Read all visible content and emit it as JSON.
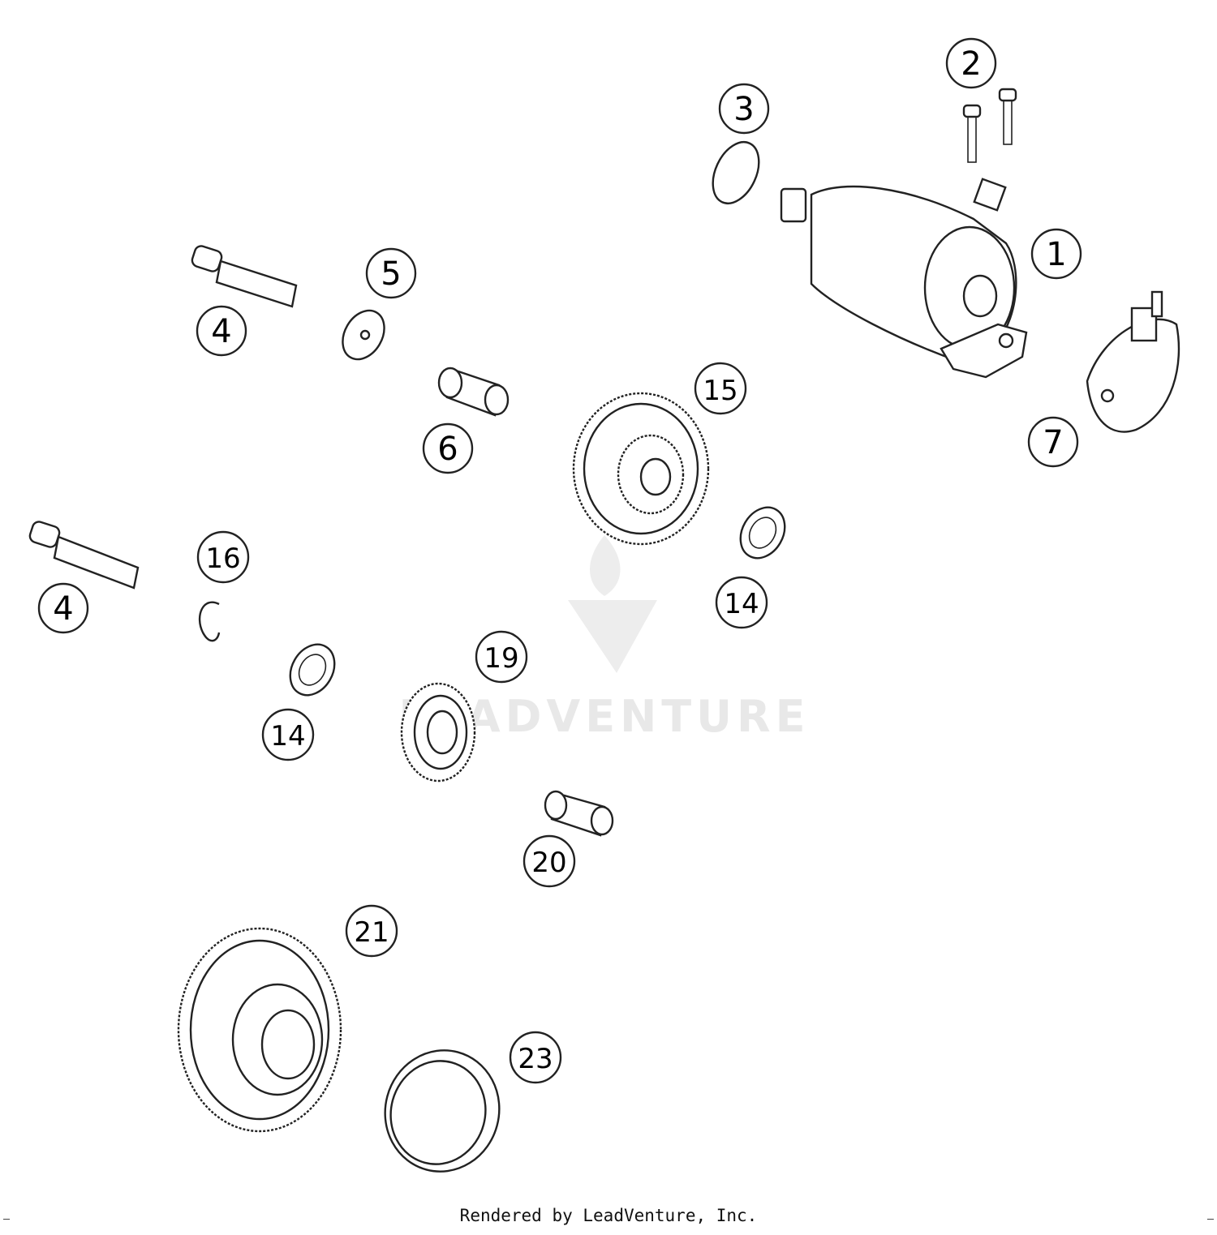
{
  "diagram": {
    "callouts": [
      {
        "id": "c1",
        "label": "1"
      },
      {
        "id": "c2",
        "label": "2"
      },
      {
        "id": "c3",
        "label": "3"
      },
      {
        "id": "c4a",
        "label": "4"
      },
      {
        "id": "c5",
        "label": "5"
      },
      {
        "id": "c6",
        "label": "6"
      },
      {
        "id": "c7",
        "label": "7"
      },
      {
        "id": "c15",
        "label": "15"
      },
      {
        "id": "c4b",
        "label": "4"
      },
      {
        "id": "c16",
        "label": "16"
      },
      {
        "id": "c14a",
        "label": "14"
      },
      {
        "id": "c14b",
        "label": "14"
      },
      {
        "id": "c19",
        "label": "19"
      },
      {
        "id": "c20",
        "label": "20"
      },
      {
        "id": "c21",
        "label": "21"
      },
      {
        "id": "c23",
        "label": "23"
      }
    ],
    "watermark": {
      "text": "LEADVENTURE"
    },
    "footer": "Rendered by LeadVenture, Inc."
  }
}
